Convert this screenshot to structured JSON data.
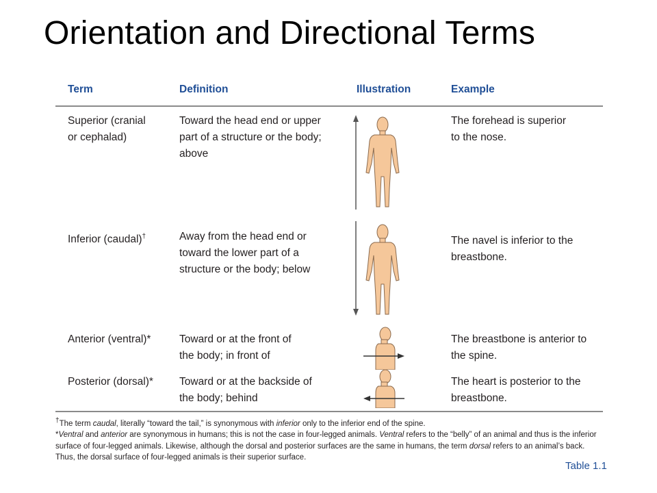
{
  "title": "Orientation and Directional Terms",
  "table": {
    "headers": {
      "term": "Term",
      "definition": "Definition",
      "illustration": "Illustration",
      "example": "Example"
    },
    "rows": [
      {
        "term_line1": "Superior (cranial",
        "term_line2": "or cephalad)",
        "def_lines": [
          "Toward the head end or upper",
          "part of a structure or the body;",
          "above"
        ],
        "example_lines": [
          "The forehead is superior",
          "to the nose."
        ],
        "illustration_icon": "full-body-figure-arrow-up"
      },
      {
        "term_line1": "Inferior (caudal)",
        "term_mark": "†",
        "def_lines": [
          "Away from the head end or",
          "toward the lower part of a",
          "structure or the body; below"
        ],
        "example_lines": [
          "The navel is inferior to the",
          "breastbone."
        ],
        "illustration_icon": "full-body-figure-arrow-down"
      },
      {
        "term_line1": "Anterior (ventral)*",
        "def_lines": [
          "Toward or at the front of",
          "the body; in front of"
        ],
        "example_lines": [
          "The breastbone is anterior to",
          "the spine."
        ],
        "illustration_icon": "torso-side-arrow-right"
      },
      {
        "term_line1": "Posterior (dorsal)*",
        "def_lines": [
          "Toward or at the backside of",
          "the body; behind"
        ],
        "example_lines": [
          "The heart is posterior to the",
          "breastbone."
        ],
        "illustration_icon": "torso-side-arrow-left"
      }
    ]
  },
  "footnotes": {
    "dagger": {
      "mark": "†",
      "t1": "The term ",
      "i1": "caudal",
      "t2": ", literally “toward the tail,” is synonymous with ",
      "i2": "inferior",
      "t3": " only to the inferior end of the spine."
    },
    "star": {
      "mark": "*",
      "i1": "Ventral",
      "t1": " and ",
      "i2": "anterior",
      "t2": " are synonymous in humans; this is not the case in four-legged animals. ",
      "i3": "Ventral",
      "t3": " refers to the “belly” of an animal and thus is the inferior surface of four-legged animals. Likewise, although the dorsal and posterior surfaces are the same in humans, the term ",
      "i4": "dorsal",
      "t4": " refers to an animal’s back. Thus, the dorsal surface of four-legged animals is their superior surface."
    }
  },
  "table_label": "Table 1.1",
  "colors": {
    "header_text": "#1f4e96",
    "skin": "#f5c79a",
    "skin_outline": "#8a6a4e",
    "rule": "#8a8a8a"
  }
}
